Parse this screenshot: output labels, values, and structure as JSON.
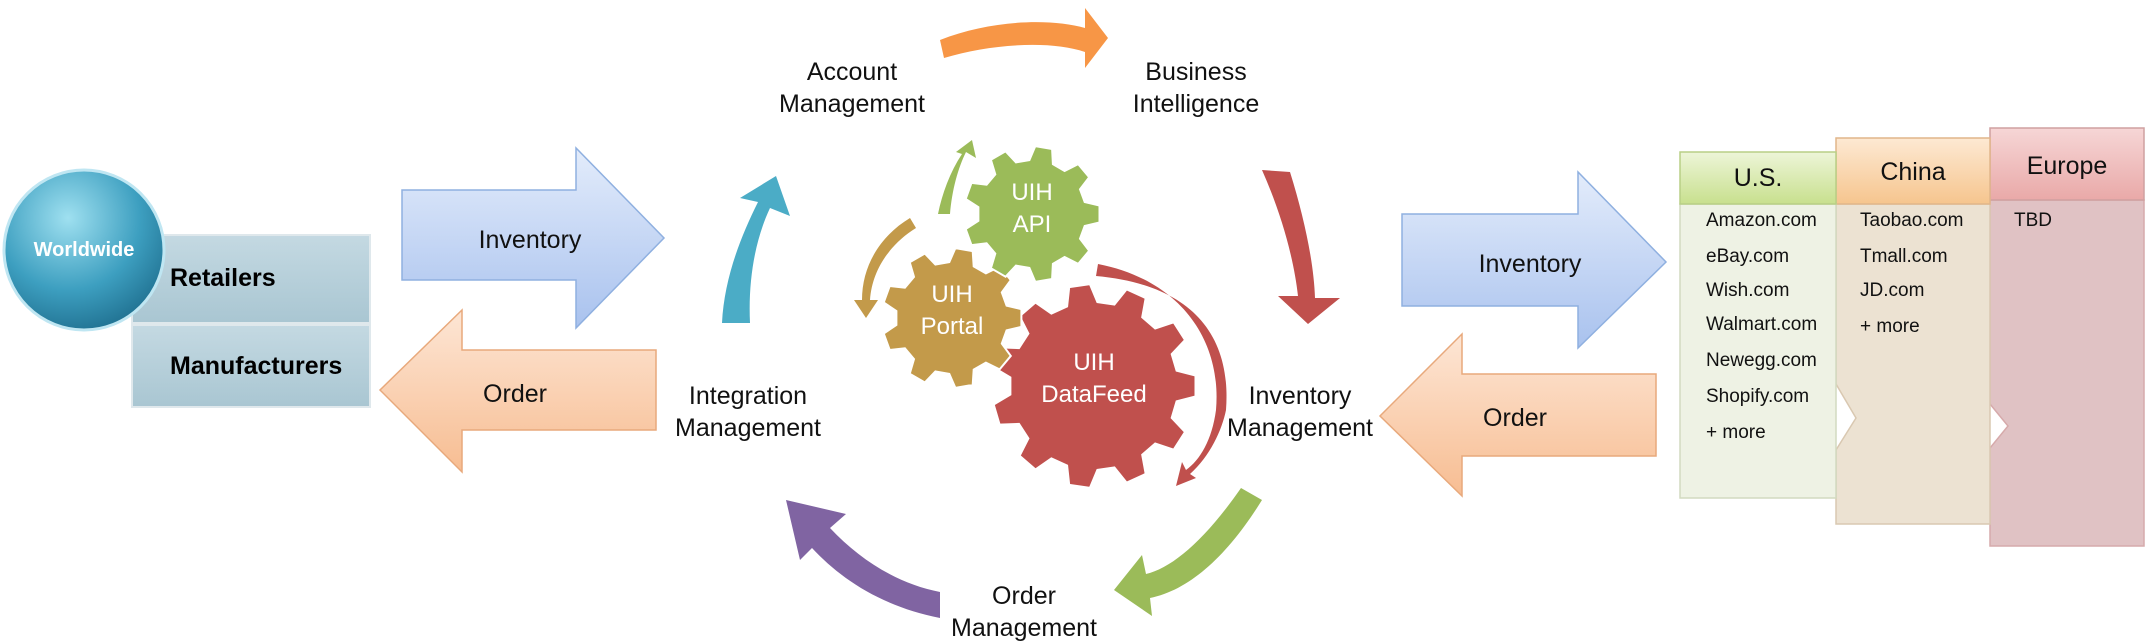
{
  "left_group": {
    "badge": "Worldwide",
    "rows": [
      "Retailers",
      "Manufacturers"
    ]
  },
  "left_arrows": {
    "inventory": "Inventory",
    "order": "Order"
  },
  "cycle": {
    "account": [
      "Account",
      "Management"
    ],
    "business": [
      "Business",
      "Intelligence"
    ],
    "inventory": [
      "Inventory",
      "Management"
    ],
    "order": [
      "Order",
      "Management"
    ],
    "integration": [
      "Integration",
      "Management"
    ]
  },
  "gears": {
    "api": [
      "UIH",
      "API"
    ],
    "portal": [
      "UIH",
      "Portal"
    ],
    "datafeed": [
      "UIH",
      "DataFeed"
    ]
  },
  "right_arrows": {
    "inventory": "Inventory",
    "order": "Order"
  },
  "markets": {
    "us": {
      "title": "U.S.",
      "items": [
        "Amazon.com",
        "eBay.com",
        "Wish.com",
        "Walmart.com",
        "Newegg.com",
        "Shopify.com",
        "+ more"
      ]
    },
    "china": {
      "title": "China",
      "items": [
        "Taobao.com",
        "Tmall.com",
        "JD.com",
        "+ more"
      ]
    },
    "europe": {
      "title": "Europe",
      "items": [
        "TBD"
      ]
    }
  },
  "colors": {
    "blue_arrow": "#c9daf8",
    "orange_arrow": "#fbd4b4",
    "teal": "#4bacc6",
    "orange": "#f79646",
    "red": "#c0504d",
    "green": "#9bbb59",
    "purple": "#8064a2",
    "gold": "#c39a4a"
  }
}
